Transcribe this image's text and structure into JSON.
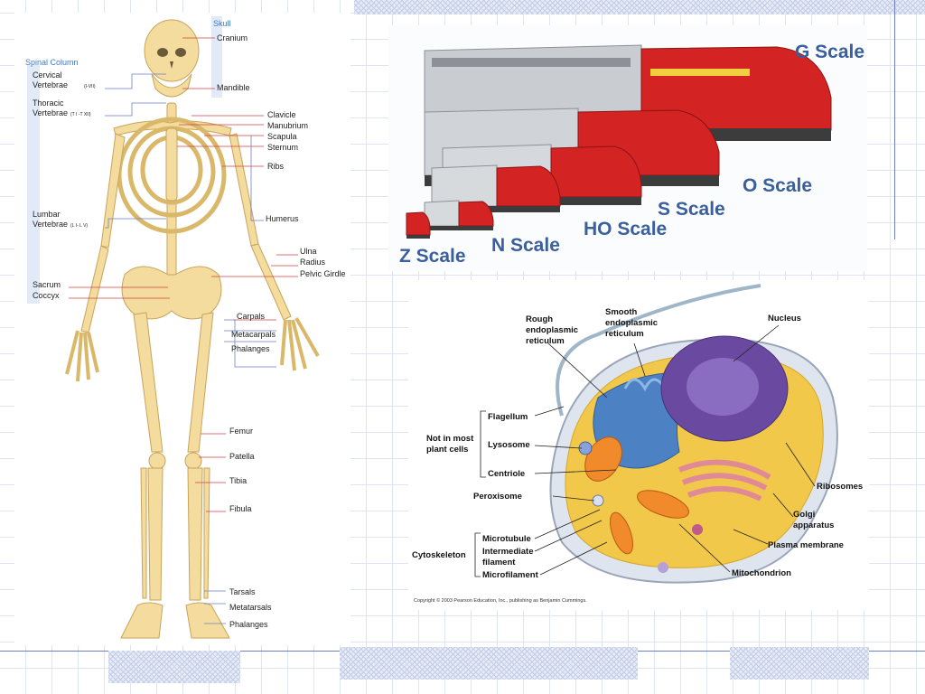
{
  "skeleton": {
    "headers": {
      "skull": "Skull",
      "spinal_column": "Spinal Column"
    },
    "labels": {
      "cranium": "Cranium",
      "mandible": "Mandible",
      "cervical": "Cervical",
      "vertebrae": "Vertebrae",
      "cervical_sub": "(I-VII)",
      "thoracic": "Thoracic",
      "thoracic_sub": "(T I -T XII)",
      "lumbar": "Lumbar",
      "lumbar_sub": "(L I- L V)",
      "clavicle": "Clavicle",
      "manubrium": "Manubrium",
      "scapula": "Scapula",
      "sternum": "Sternum",
      "ribs": "Ribs",
      "humerus": "Humerus",
      "ulna": "Ulna",
      "radius": "Radius",
      "pelvic_girdle": "Pelvic Girdle",
      "sacrum": "Sacrum",
      "coccyx": "Coccyx",
      "carpals": "Carpals",
      "metacarpals": "Metacarpals",
      "phalanges_hand": "Phalanges",
      "femur": "Femur",
      "patella": "Patella",
      "tibia": "Tibia",
      "fibula": "Fibula",
      "tarsals": "Tarsals",
      "metatarsals": "Metatarsals",
      "phalanges_foot": "Phalanges"
    }
  },
  "trains": {
    "labels": {
      "g": "G Scale",
      "o": "O Scale",
      "s": "S Scale",
      "ho": "HO Scale",
      "n": "N Scale",
      "z": "Z Scale"
    }
  },
  "cell": {
    "labels": {
      "rough_er_1": "Rough",
      "rough_er_2": "endoplasmic",
      "rough_er_3": "reticulum",
      "smooth_er_1": "Smooth",
      "smooth_er_2": "endoplasmic",
      "smooth_er_3": "reticulum",
      "nucleus": "Nucleus",
      "flagellum": "Flagellum",
      "not_in_most_1": "Not in most",
      "not_in_most_2": "plant cells",
      "lysosome": "Lysosome",
      "centriole": "Centriole",
      "peroxisome": "Peroxisome",
      "ribosomes": "Ribosomes",
      "golgi_1": "Golgi",
      "golgi_2": "apparatus",
      "microtubule": "Microtubule",
      "intermediate_1": "Intermediate",
      "intermediate_2": "filament",
      "microfilament": "Microfilament",
      "cytoskeleton": "Cytoskeleton",
      "plasma_membrane": "Plasma membrane",
      "mitochondrion": "Mitochondrion"
    },
    "copyright": "Copyright © 2003 Pearson Education, Inc., publishing as Benjamin Cummings."
  },
  "colors": {
    "bone": "#f4dc9e",
    "train_red": "#d42323",
    "train_silver": "#c9ccd1",
    "label_blue": "#3a5f9e",
    "grid": "#dfe4f2"
  }
}
